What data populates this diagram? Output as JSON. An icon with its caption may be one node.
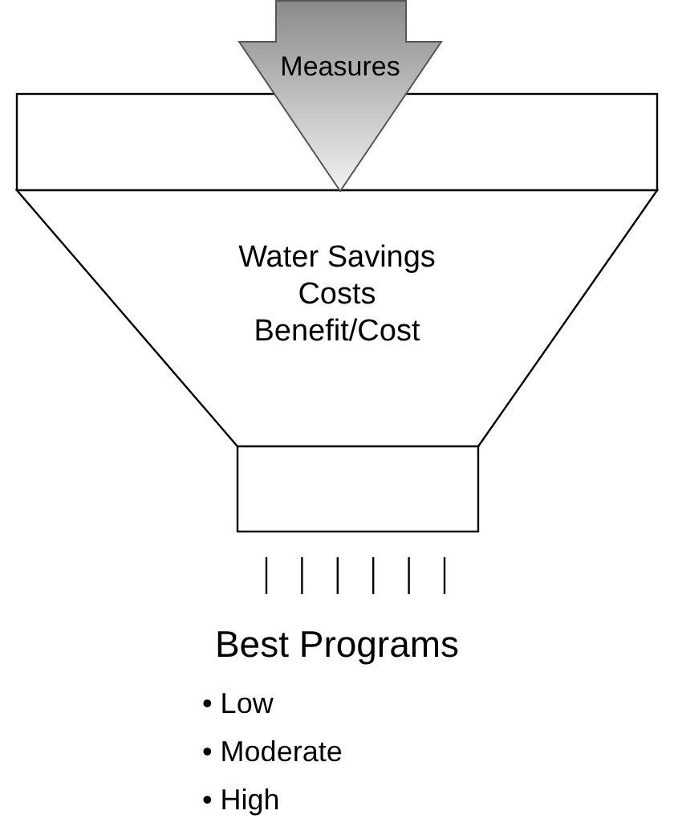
{
  "diagram": {
    "nodes": [
      {
        "text": [
          "Water Savings",
          "Costs",
          "Benefit/Cost"
        ]
      },
      {
        "text": [
          "Measures"
        ]
      }
    ],
    "labels": [
      "Best Programs",
      "• Low",
      "• Moderate",
      "• High"
    ]
  }
}
